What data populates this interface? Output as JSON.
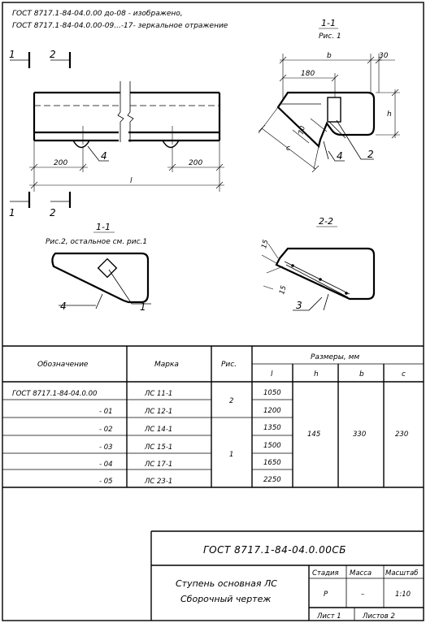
{
  "notes": {
    "line1": "ГОСТ 8717.1-84-04.0.00  до-08 - изображено,",
    "line2": "ГОСТ 8717.1-84-04.0.00-09...-17- зеркальное   отражение"
  },
  "top_view": {
    "cut_1_top": "1",
    "cut_2_top": "2",
    "cut_1_bottom": "1",
    "cut_2_bottom": "2",
    "dim_left": "200",
    "dim_right": "200",
    "dim_length": "l",
    "callout_4": "4"
  },
  "section_fig1": {
    "title": "1-1",
    "caption": "Рис. 1",
    "dim_b": "b",
    "dim_30": "30",
    "dim_180": "180",
    "dim_h": "h",
    "dim_c": "c",
    "dim_70": "70",
    "callout_4": "4",
    "callout_2": "2"
  },
  "section_fig2": {
    "title": "1-1",
    "caption": "Рис.2, остальное см. рис.1",
    "callout_4": "4",
    "callout_1": "1"
  },
  "section_22": {
    "title": "2-2",
    "dim_15a": "15",
    "dim_15b": "15",
    "callout_3": "3"
  },
  "table": {
    "headers": {
      "designation": "Обозначение",
      "mark": "Марка",
      "fig": "Рис.",
      "sizes": "Размеры, мм",
      "l": "l",
      "h": "h",
      "b": "b",
      "c": "c"
    },
    "rows": [
      {
        "designation": "ГОСТ 8717.1-84-04.0.00",
        "mark": "ЛС 11-1",
        "l": "1050"
      },
      {
        "designation": "- 01",
        "mark": "ЛС 12-1",
        "l": "1200"
      },
      {
        "designation": "- 02",
        "mark": "ЛС 14-1",
        "l": "1350"
      },
      {
        "designation": "- 03",
        "mark": "ЛС 15-1",
        "l": "1500"
      },
      {
        "designation": "- 04",
        "mark": "ЛС 17-1",
        "l": "1650"
      },
      {
        "designation": "- 05",
        "mark": "ЛС 23-1",
        "l": "2250"
      }
    ],
    "fig_group_1": "2",
    "fig_group_2": "1",
    "shared_h": "145",
    "shared_b": "330",
    "shared_c": "230"
  },
  "title_block": {
    "code": "ГОСТ 8717.1-84-04.0.00СБ",
    "name_line1": "Ступень основная ЛС",
    "name_line2": "Сборочный чертеж",
    "stage_label": "Стадия",
    "mass_label": "Масса",
    "scale_label": "Масштаб",
    "stage_value": "Р",
    "mass_value": "–",
    "scale_value": "1:10",
    "sheet_label": "Лист 1",
    "sheets_label": "Листов 2"
  }
}
